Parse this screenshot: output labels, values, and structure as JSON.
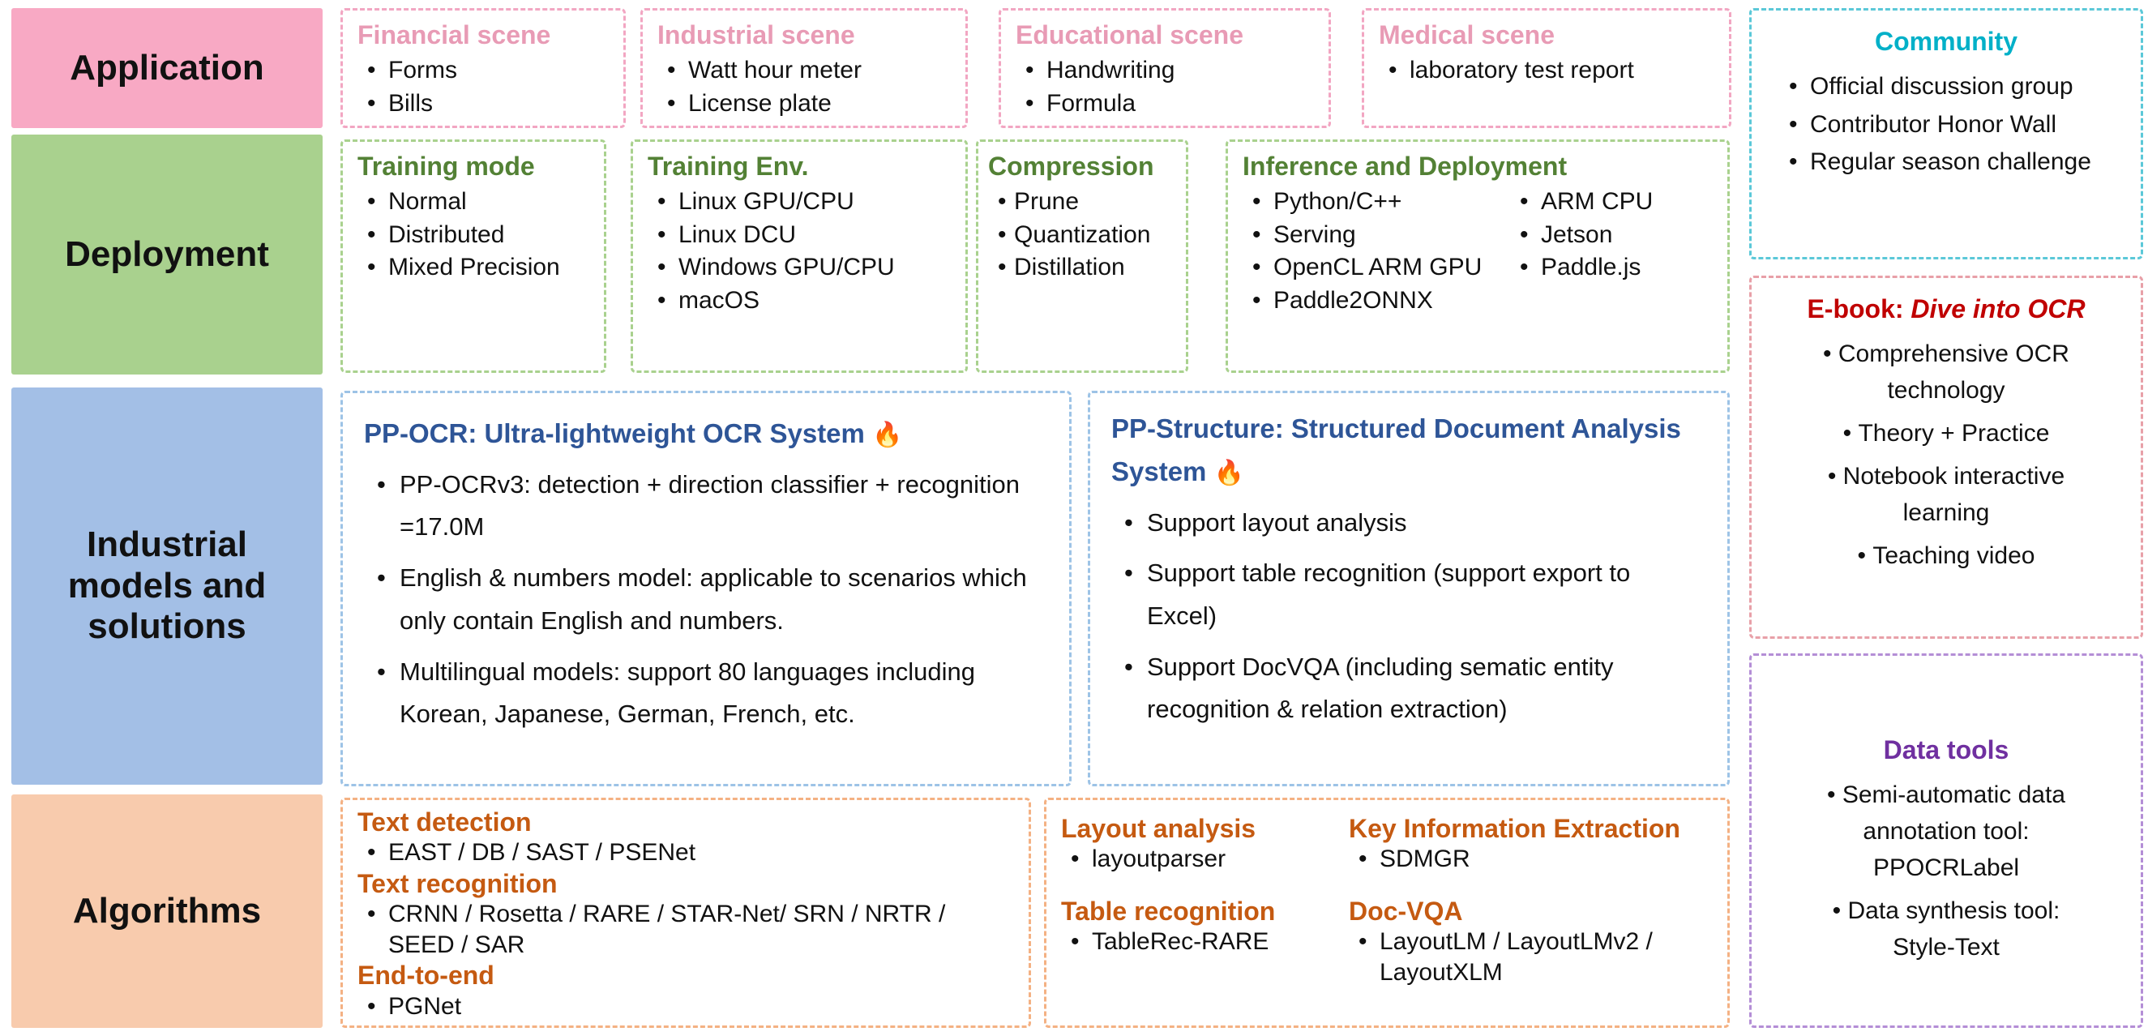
{
  "colors": {
    "application_bg": "#F8A9C4",
    "deployment_bg": "#A9D18E",
    "industrial_bg": "#A3BFE6",
    "algorithms_bg": "#F8CBAD",
    "pink_title": "#E89BB5",
    "green_title": "#538135",
    "blue_title": "#2E5597",
    "orange_title": "#C55A11",
    "community_title": "#00B0C8",
    "ebook_title": "#C00000",
    "data_tools_title": "#7030A0"
  },
  "rows": {
    "application": {
      "label": "Application",
      "boxes": [
        {
          "title": "Financial scene",
          "items": [
            "Forms",
            "Bills"
          ]
        },
        {
          "title": "Industrial scene",
          "items": [
            "Watt hour meter",
            "License plate"
          ]
        },
        {
          "title": "Educational scene",
          "items": [
            "Handwriting",
            "Formula"
          ]
        },
        {
          "title": "Medical scene",
          "items": [
            "laboratory test report"
          ]
        }
      ]
    },
    "deployment": {
      "label": "Deployment",
      "boxes": [
        {
          "title": "Training mode",
          "items": [
            "Normal",
            "Distributed",
            "Mixed Precision"
          ]
        },
        {
          "title": "Training Env.",
          "items": [
            "Linux GPU/CPU",
            "Linux DCU",
            "Windows GPU/CPU",
            "macOS"
          ]
        },
        {
          "title": "Compression",
          "items": [
            "Prune",
            "Quantization",
            "Distillation"
          ]
        },
        {
          "title": "Inference and Deployment",
          "col1": [
            "Python/C++",
            "Serving",
            "OpenCL ARM GPU",
            "Paddle2ONNX"
          ],
          "col2": [
            "ARM CPU",
            "Jetson",
            "Paddle.js"
          ]
        }
      ]
    },
    "industrial": {
      "label": "Industrial models and solutions",
      "ppocr": {
        "title": "PP-OCR: Ultra-lightweight OCR System",
        "flame": "🔥",
        "items": [
          "PP-OCRv3: detection + direction classifier + recognition =17.0M",
          "English & numbers model: applicable to scenarios which only contain English and numbers.",
          "Multilingual models: support 80 languages including Korean, Japanese, German, French, etc."
        ]
      },
      "ppstructure": {
        "title": "PP-Structure: Structured Document Analysis System",
        "flame": "🔥",
        "items": [
          "Support layout analysis",
          "Support table recognition (support export to Excel)",
          "Support DocVQA (including sematic entity recognition & relation extraction)"
        ]
      }
    },
    "algorithms": {
      "label": "Algorithms",
      "left": [
        {
          "title": "Text detection",
          "items": [
            "EAST / DB / SAST / PSENet"
          ]
        },
        {
          "title": "Text recognition",
          "items": [
            "CRNN / Rosetta / RARE / STAR-Net/ SRN / NRTR / SEED / SAR"
          ]
        },
        {
          "title": "End-to-end",
          "items": [
            "PGNet"
          ]
        }
      ],
      "right_col1": [
        {
          "title": "Layout analysis",
          "items": [
            "layoutparser"
          ]
        },
        {
          "title": "Table recognition",
          "items": [
            "TableRec-RARE"
          ]
        }
      ],
      "right_col2": [
        {
          "title": "Key Information Extraction",
          "items": [
            "SDMGR"
          ]
        },
        {
          "title": "Doc-VQA",
          "items": [
            "LayoutLM / LayoutLMv2 / LayoutXLM"
          ]
        }
      ]
    }
  },
  "sidebar": {
    "community": {
      "title": "Community",
      "items": [
        "Official discussion group",
        "Contributor Honor Wall",
        "Regular season challenge"
      ]
    },
    "ebook": {
      "title_prefix": "E-book: ",
      "title_italic": "Dive into OCR",
      "items": [
        "Comprehensive OCR technology",
        "Theory + Practice",
        "Notebook interactive learning",
        "Teaching video"
      ]
    },
    "data_tools": {
      "title": "Data tools",
      "items": [
        "Semi-automatic data annotation tool: PPOCRLabel",
        "Data synthesis tool: Style-Text"
      ]
    }
  }
}
